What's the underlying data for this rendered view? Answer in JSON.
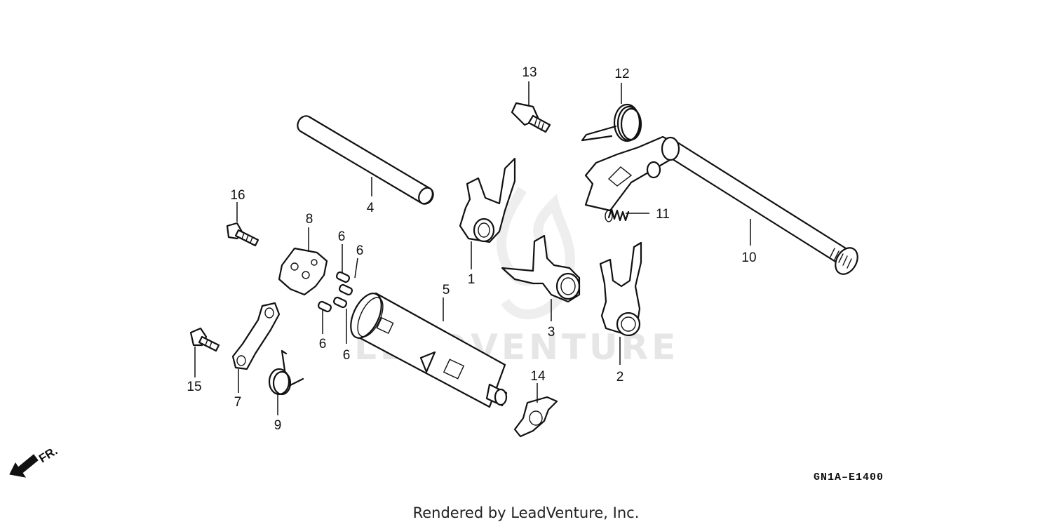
{
  "diagram": {
    "callouts": {
      "p1": "1",
      "p2": "2",
      "p3": "3",
      "p4": "4",
      "p5": "5",
      "p6a": "6",
      "p6b": "6",
      "p6c": "6",
      "p6d": "6",
      "p7": "7",
      "p8": "8",
      "p9": "9",
      "p10": "10",
      "p11": "11",
      "p12": "12",
      "p13": "13",
      "p14": "14",
      "p15": "15",
      "p16": "16"
    },
    "front_marker": "FR.",
    "diagram_code": "GN1A–E1400",
    "watermark": "LEADVENTURE",
    "credit": "Rendered by LeadVenture, Inc."
  }
}
